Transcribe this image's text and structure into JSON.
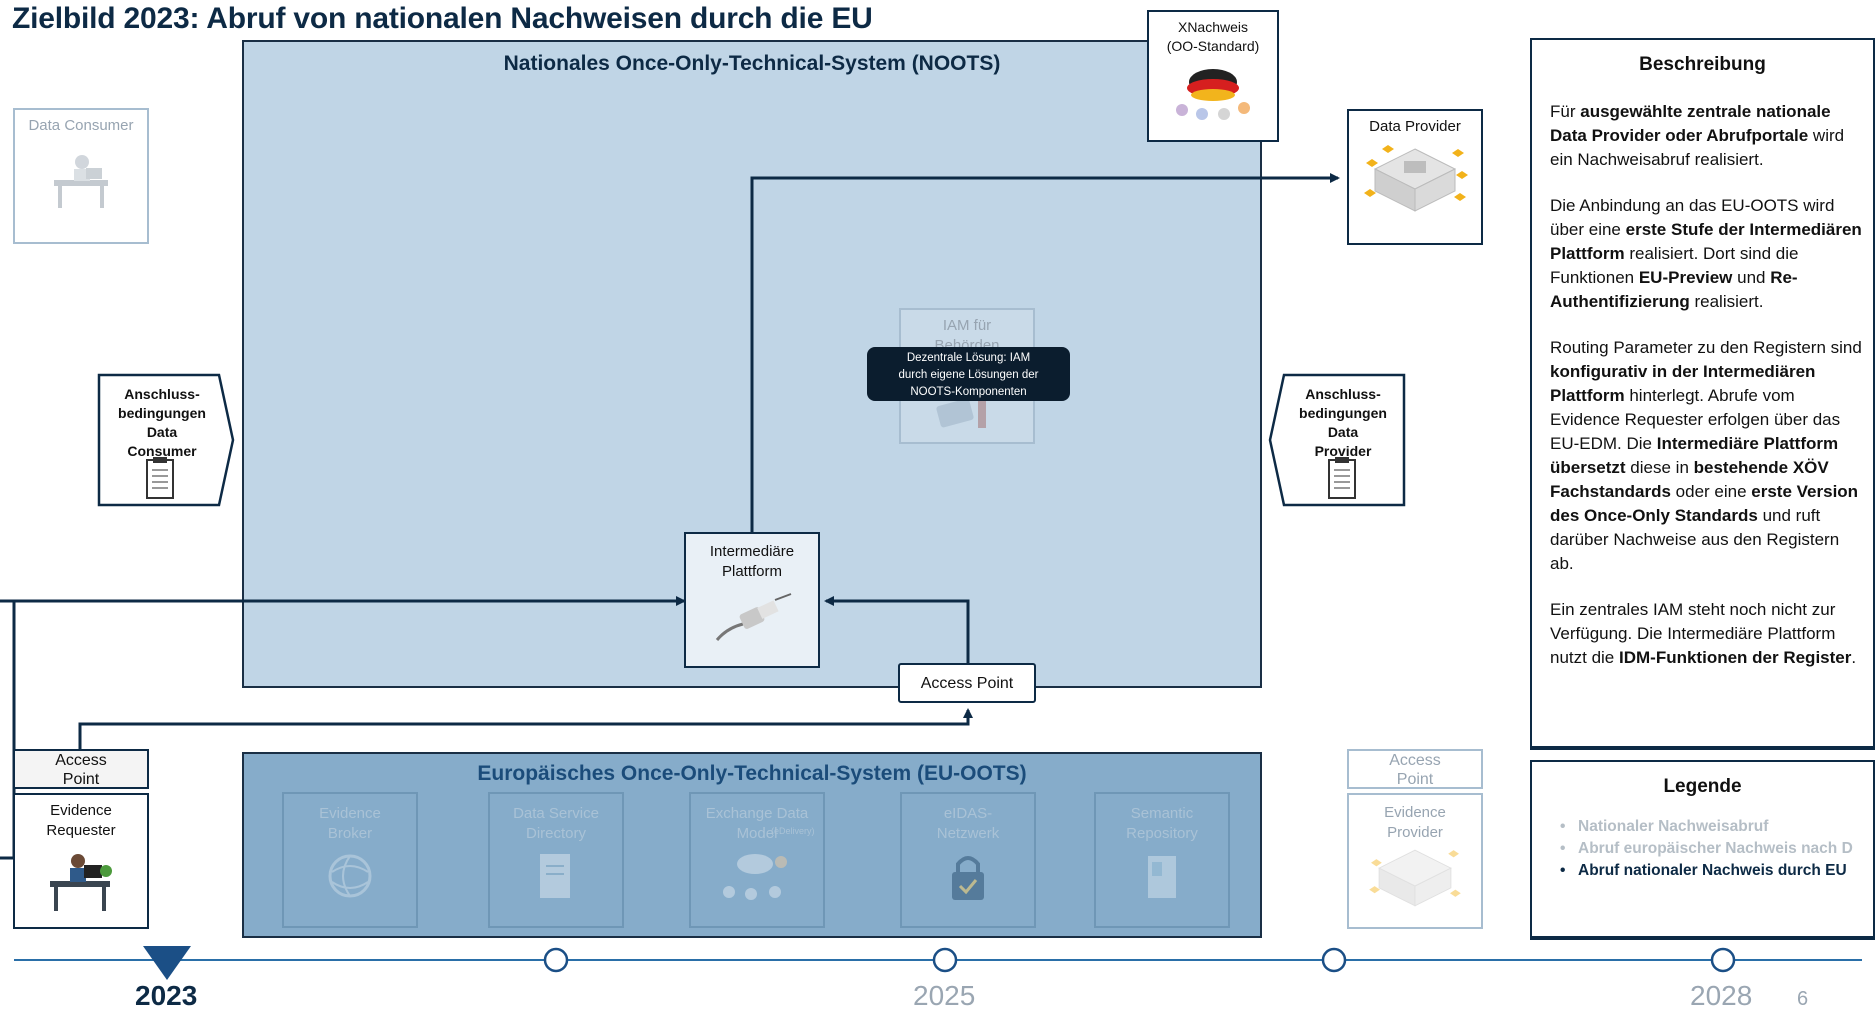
{
  "title": "Zielbild 2023: Abruf von nationalen Nachweisen durch die EU",
  "noots": {
    "title": "Nationales Once-Only-Technical-System (NOOTS)"
  },
  "xnachweis": {
    "label": "XNachweis\n(OO-Standard)"
  },
  "data_consumer": {
    "label": "Data Consumer"
  },
  "data_provider": {
    "label": "Data Provider"
  },
  "iam": {
    "label": "IAM für\nBehörden"
  },
  "tooltip": {
    "text": "Dezentrale Lösung: IAM\ndurch eigene Lösungen der\nNOOTS-Komponenten"
  },
  "anschluss_consumer": {
    "label": "Anschluss-\nbedingungen\nData\nConsumer"
  },
  "anschluss_provider": {
    "label": "Anschluss-\nbedingungen\nData\nProvider"
  },
  "intermediaere": {
    "label": "Intermediäre\nPlattform"
  },
  "access_point_center": {
    "label": "Access Point"
  },
  "access_point_left": {
    "label": "Access\nPoint"
  },
  "evidence_requester": {
    "label": "Evidence\nRequester"
  },
  "access_point_right": {
    "label": "Access\nPoint"
  },
  "evidence_provider": {
    "label": "Evidence\nProvider"
  },
  "eu_oots": {
    "title": "Europäisches Once-Only-Technical-System (EU-OOTS)",
    "components": [
      {
        "label": "Evidence\nBroker"
      },
      {
        "label": "Data Service\nDirectory"
      },
      {
        "label": "Exchange Data\nModel",
        "sub": "(eDelivery)"
      },
      {
        "label": "eIDAS-\nNetzwerk"
      },
      {
        "label": "Semantic\nRepository"
      }
    ]
  },
  "beschreibung": {
    "title": "Beschreibung",
    "paragraphs": [
      [
        {
          "t": "Für "
        },
        {
          "t": "ausgewählte zentrale nationale Data Provider oder Abrufportale",
          "b": true
        },
        {
          "t": " wird ein Nachweisabruf realisiert."
        }
      ],
      [
        {
          "t": "Die Anbindung an das EU-OOTS wird über eine "
        },
        {
          "t": "erste Stufe der Intermediären Plattform",
          "b": true
        },
        {
          "t": " realisiert. Dort sind die Funktionen "
        },
        {
          "t": "EU-Preview",
          "b": true
        },
        {
          "t": " und "
        },
        {
          "t": "Re-Authentifizierung",
          "b": true
        },
        {
          "t": " realisiert."
        }
      ],
      [
        {
          "t": "Routing Parameter zu den Registern sind "
        },
        {
          "t": "konfigurativ in der Intermediären Plattform",
          "b": true
        },
        {
          "t": " hinterlegt. Abrufe vom Evidence Requester erfolgen über das EU-EDM. Die "
        },
        {
          "t": "Intermediäre Plattform übersetzt",
          "b": true
        },
        {
          "t": " diese in "
        },
        {
          "t": "bestehende XÖV Fachstandards",
          "b": true
        },
        {
          "t": " oder eine "
        },
        {
          "t": "erste Version des Once-Only Standards",
          "b": true
        },
        {
          "t": " und ruft darüber Nachweise aus den Registern ab."
        }
      ],
      [
        {
          "t": "Ein zentrales IAM steht noch nicht zur Verfügung. Die Intermediäre Plattform nutzt die "
        },
        {
          "t": "IDM-Funktionen der Register",
          "b": true
        },
        {
          "t": "."
        }
      ]
    ]
  },
  "legende": {
    "title": "Legende",
    "items": [
      {
        "label": "Nationaler Nachweisabruf",
        "active": false
      },
      {
        "label": "Abruf europäischer Nachweis nach D",
        "active": false
      },
      {
        "label": "Abruf nationaler Nachweis durch EU",
        "active": true
      }
    ]
  },
  "timeline": {
    "years": [
      {
        "label": "2023",
        "active": true
      },
      {
        "label": "2025",
        "active": false
      },
      {
        "label": "2028",
        "active": false
      }
    ],
    "page_number": "6"
  },
  "colors": {
    "navy": "#0d2a45",
    "timeline": "#2a6fa8",
    "faded_text": "#9aa6b2"
  }
}
